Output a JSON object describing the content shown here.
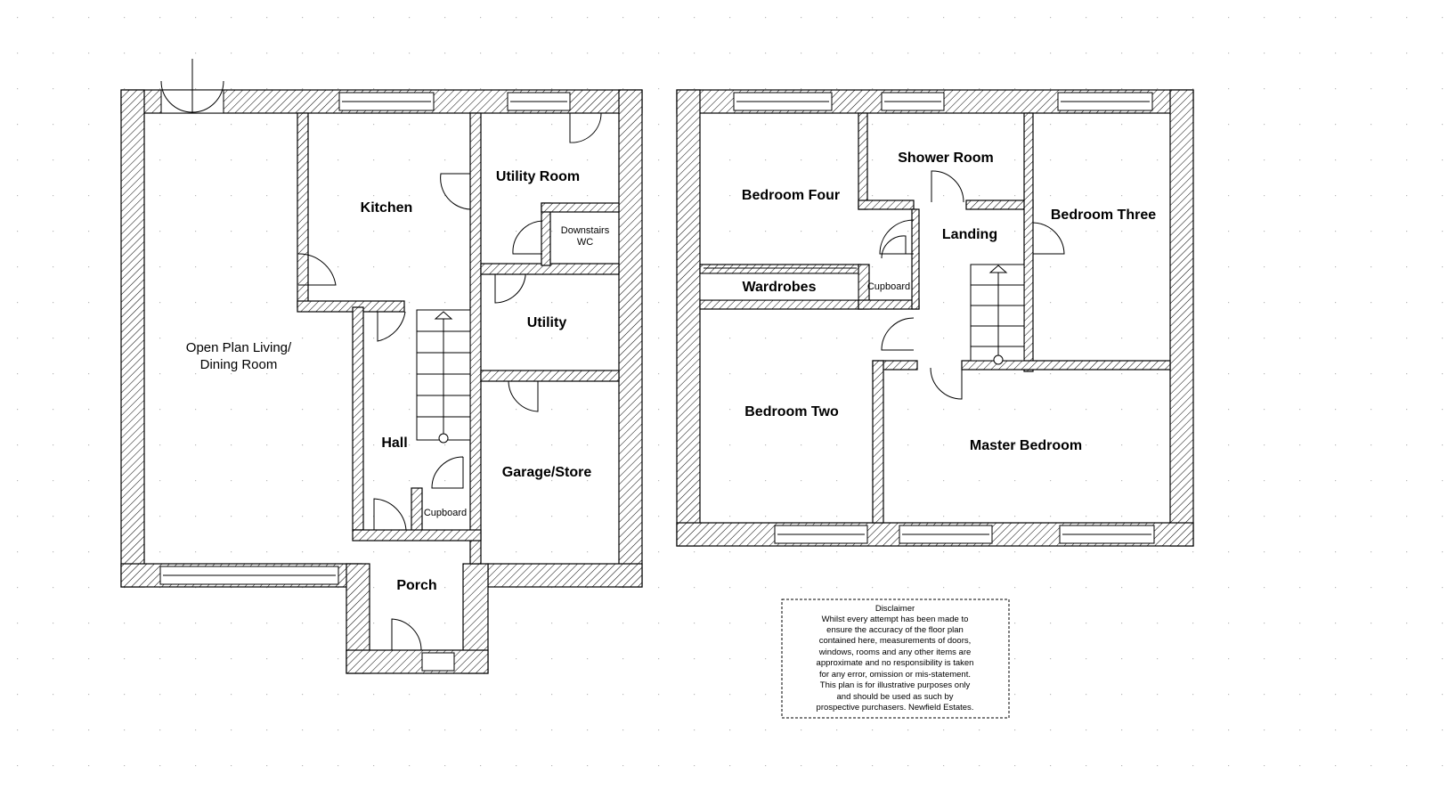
{
  "ground_floor": {
    "rooms": {
      "living_line1": "Open Plan Living/",
      "living_line2": "Dining Room",
      "kitchen": "Kitchen",
      "utility_room": "Utility Room",
      "downstairs_line1": "Downstairs",
      "downstairs_line2": "WC",
      "utility": "Utility",
      "hall": "Hall",
      "cupboard": "Cupboard",
      "garage": "Garage/Store",
      "porch": "Porch"
    }
  },
  "first_floor": {
    "rooms": {
      "bedroom_four": "Bedroom Four",
      "shower_room": "Shower Room",
      "bedroom_three": "Bedroom Three",
      "landing": "Landing",
      "wardrobes": "Wardrobes",
      "cupboard": "Cupboard",
      "bedroom_two": "Bedroom Two",
      "master_bedroom": "Master Bedroom"
    }
  },
  "disclaimer": {
    "title": "Disclaimer",
    "lines": [
      "Whilst every attempt has been made to",
      "ensure the accuracy of the floor plan",
      "contained here, measurements of doors,",
      "windows, rooms and any other items are",
      "approximate and no responsibility is taken",
      "for any error, omission or mis-statement.",
      "This plan is for illustrative purposes only",
      "and should be used as such by",
      "prospective purchasers. Newfield Estates."
    ]
  }
}
